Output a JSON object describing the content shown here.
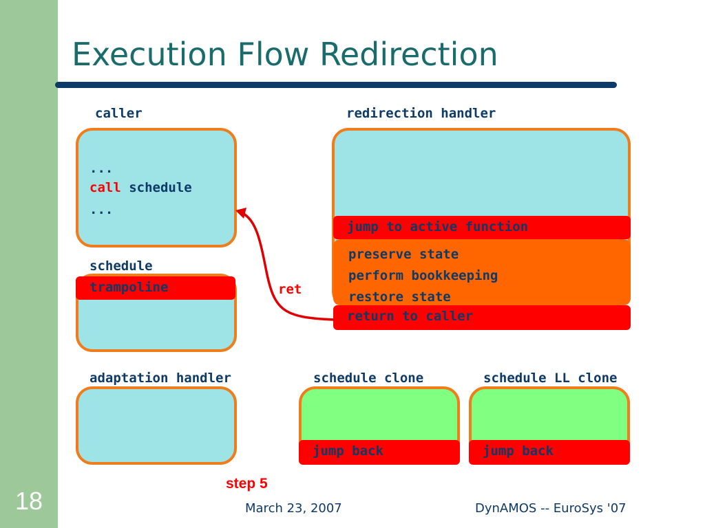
{
  "slide": {
    "title": "Execution Flow Redirection",
    "number": "18",
    "footer_date": "March 23, 2007",
    "footer_title": "DynAMOS -- EuroSys '07",
    "step": "step 5"
  },
  "labels": {
    "caller": "caller",
    "redirection_handler": "redirection handler",
    "schedule": "schedule",
    "adaptation_handler": "adaptation handler",
    "schedule_clone": "schedule clone",
    "schedule_ll_clone": "schedule LL clone",
    "ret": "ret"
  },
  "caller_box": {
    "line1": "...",
    "call_keyword": "call",
    "call_target": "schedule",
    "line3": "..."
  },
  "schedule_box": {
    "bar": "trampoline"
  },
  "redirection_box": {
    "top_bar": "jump to active function",
    "steps": [
      "preserve state",
      "perform bookkeeping",
      "restore state"
    ],
    "bottom_bar": "return to caller"
  },
  "clone_boxes": {
    "schedule_clone_bar": "jump back",
    "schedule_ll_clone_bar": "jump back"
  },
  "colors": {
    "sidebar": "#9cc89a",
    "box_border": "#f07d1c",
    "box_fill": "#9ee3e6",
    "clone_fill": "#80ff80",
    "highlight_bar": "#ff0000",
    "orange_block": "#ff6600",
    "text": "#0d3a66",
    "title": "#1a6b6b"
  }
}
